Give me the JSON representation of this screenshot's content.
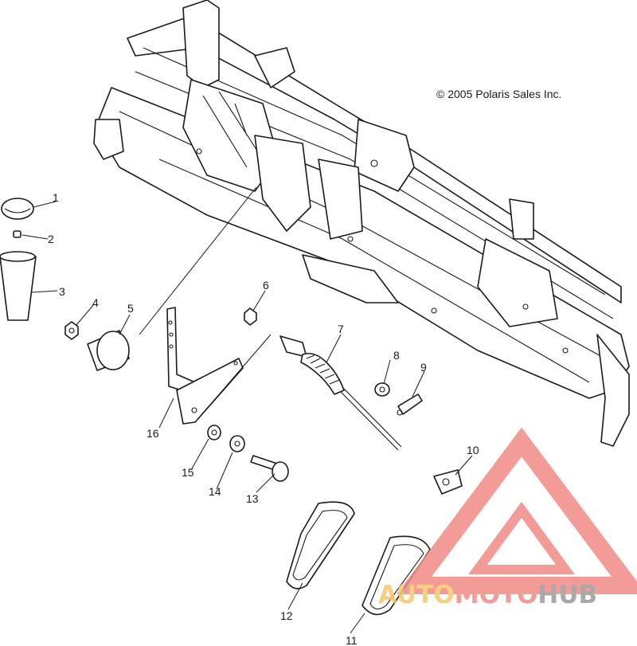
{
  "copyright": "© 2005 Polaris Sales Inc.",
  "watermark": {
    "word_part1": "AUTO",
    "word_part2": "MOTO",
    "word_part3": "HUB",
    "color_primary": "#f08a86",
    "color_accent": "#f5c86a",
    "color_dark": "#9b9b9b"
  },
  "callouts": {
    "c1": "1",
    "c2": "2",
    "c3": "3",
    "c4": "4",
    "c5": "5",
    "c6": "6",
    "c7": "7",
    "c8": "8",
    "c9": "9",
    "c10": "10",
    "c11": "11",
    "c12": "12",
    "c13": "13",
    "c14": "14",
    "c15": "15",
    "c16": "16"
  }
}
